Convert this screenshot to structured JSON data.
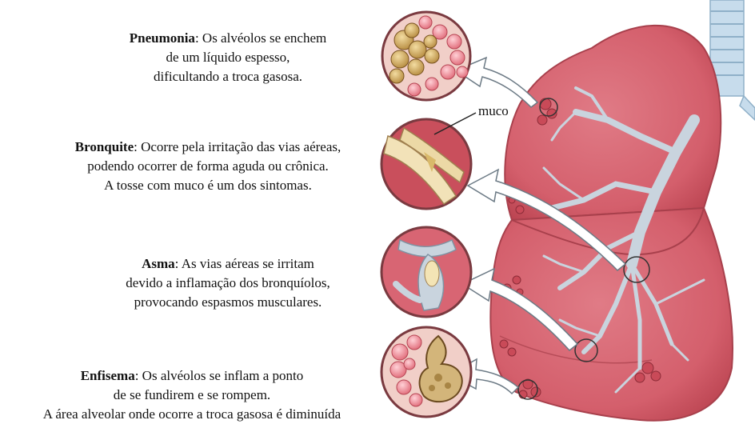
{
  "captions": {
    "pneumonia": {
      "term": "Pneumonia",
      "rest": ": Os alvéolos se enchem",
      "line2": "de um líquido espesso,",
      "line3": "dificultando a troca gasosa."
    },
    "bronquite": {
      "term": "Bronquite",
      "rest": ": Ocorre pela irritação das vias aéreas,",
      "line2": "podendo ocorrer de forma aguda ou crônica.",
      "line3": "A tosse com muco é um dos sintomas."
    },
    "asma": {
      "term": "Asma",
      "rest": ": As vias aéreas se irritam",
      "line2": "devido a inflamação  dos bronquíolos,",
      "line3": "provocando espasmos musculares."
    },
    "enfisema": {
      "term": "Enfisema",
      "rest": ": Os alvéolos se inflam  a ponto",
      "line2": "de se fundirem e se rompem.",
      "line3": "A área alveolar onde ocorre a troca gasosa é diminuída"
    }
  },
  "labels": {
    "muco": "muco"
  },
  "colors": {
    "lung": "#d9626e",
    "lung_dark": "#b8434f",
    "bronchi": "#c9d4de",
    "trachea": "#b9d3e6",
    "arrow": "#ffffff"
  }
}
